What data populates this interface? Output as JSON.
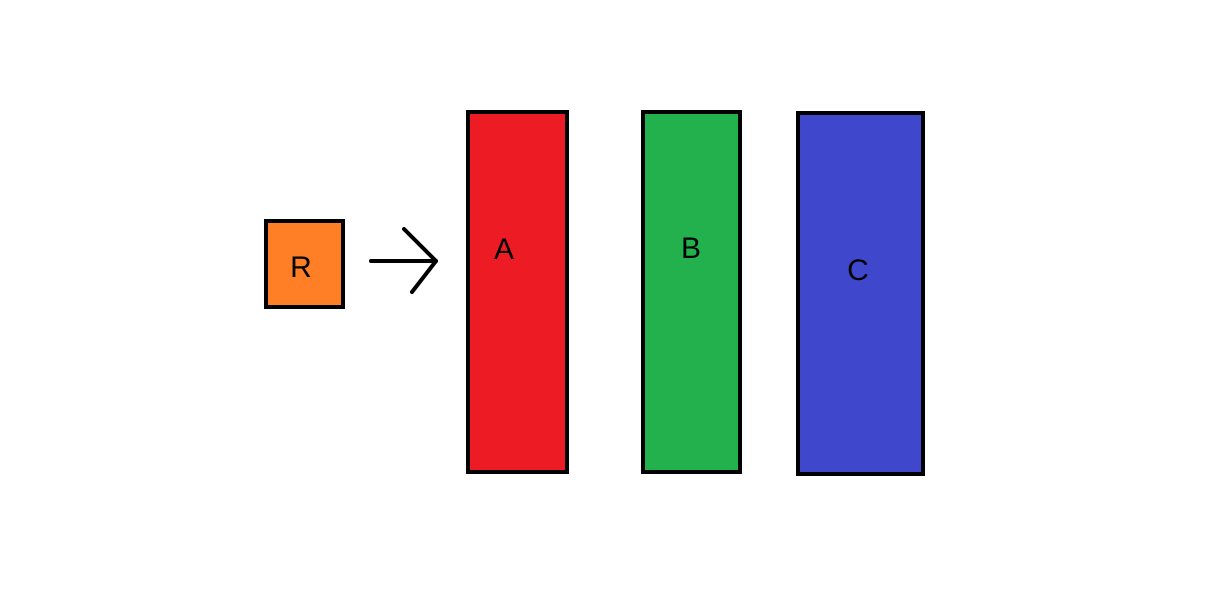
{
  "nodes": [
    {
      "id": "r",
      "label": "R",
      "color": "#ff7f27"
    },
    {
      "id": "a",
      "label": "A",
      "color": "#ed1c24"
    },
    {
      "id": "b",
      "label": "B",
      "color": "#22b14c"
    },
    {
      "id": "c",
      "label": "C",
      "color": "#3f48cc"
    }
  ],
  "edges": [
    {
      "from": "r",
      "to": "a",
      "style": "open-arrow"
    }
  ],
  "colors": {
    "outline": "#000000",
    "background": "#ffffff"
  }
}
